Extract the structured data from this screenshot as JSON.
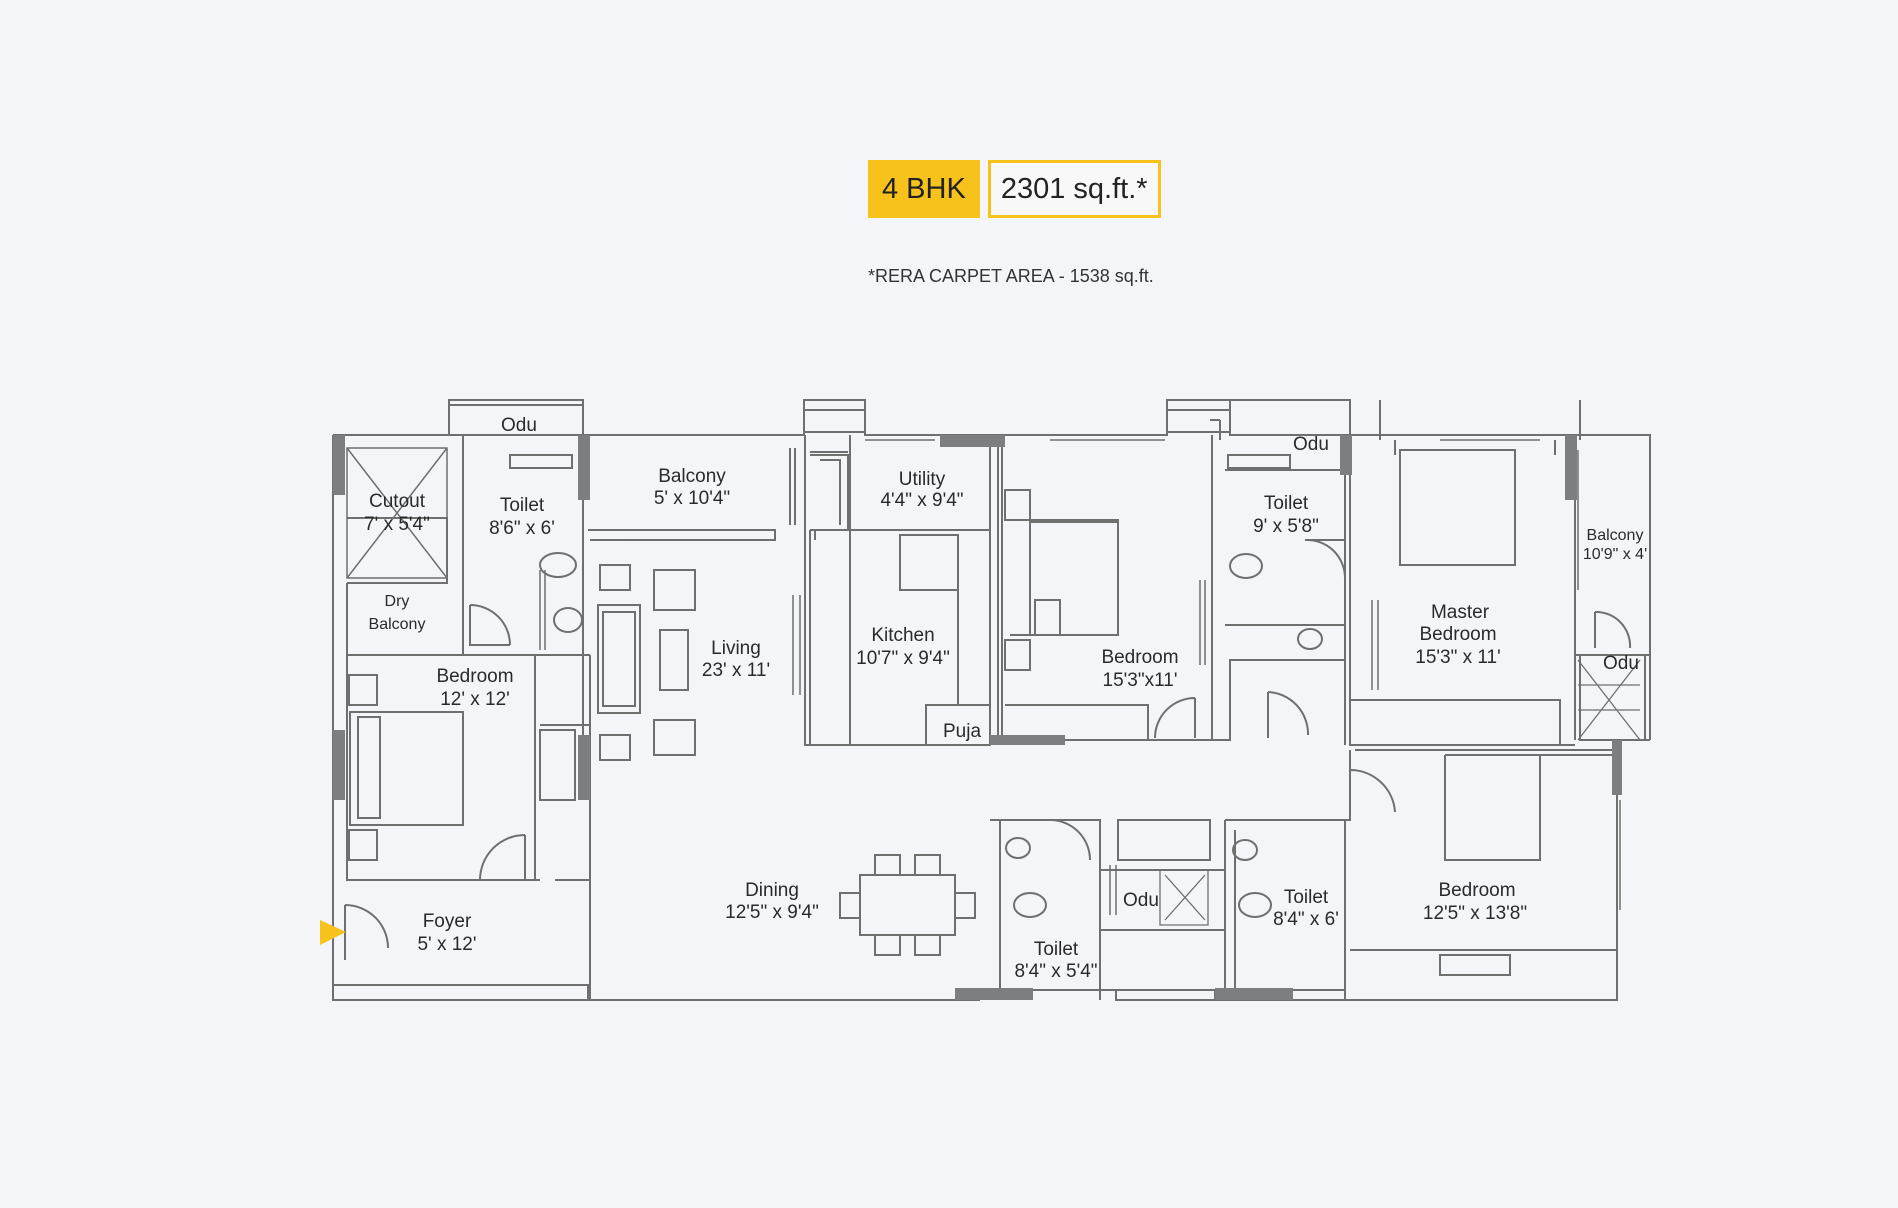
{
  "header": {
    "type_label": "4 BHK",
    "area_label": "2301 sq.ft.*",
    "carpet_note": "*RERA CARPET AREA - 1538 sq.ft."
  },
  "colors": {
    "accent": "#f7c21b",
    "wall": "#6b6b6b",
    "wall_thick": "#7d7e82",
    "background": "#f4f5f8"
  },
  "rooms": {
    "cutout": {
      "name": "Cutout",
      "size": "7' x 5'4\""
    },
    "odu_1": {
      "name": "Odu"
    },
    "toilet_1": {
      "name": "Toilet",
      "size": "8'6\" x 6'"
    },
    "dry_balcony": {
      "name1": "Dry",
      "name2": "Balcony"
    },
    "balcony_1": {
      "name": "Balcony",
      "size": "5' x 10'4\""
    },
    "utility": {
      "name": "Utility",
      "size": "4'4\" x 9'4\""
    },
    "living": {
      "name": "Living",
      "size": "23' x 11'"
    },
    "kitchen": {
      "name": "Kitchen",
      "size": "10'7\" x 9'4\""
    },
    "puja": {
      "name": "Puja"
    },
    "bedroom_1": {
      "name": "Bedroom",
      "size": "12' x 12'"
    },
    "bedroom_2": {
      "name": "Bedroom",
      "size": "15'3\"x11'"
    },
    "odu_2": {
      "name": "Odu"
    },
    "toilet_2": {
      "name": "Toilet",
      "size": "9' x 5'8\""
    },
    "master_bedroom": {
      "name1": "Master",
      "name2": "Bedroom",
      "size": "15'3\" x 11'"
    },
    "balcony_2": {
      "name": "Balcony",
      "size": "10'9\" x 4'"
    },
    "odu_3": {
      "name": "Odu"
    },
    "foyer": {
      "name": "Foyer",
      "size": "5' x 12'"
    },
    "dining": {
      "name": "Dining",
      "size": "12'5\" x 9'4\""
    },
    "toilet_3": {
      "name": "Toilet",
      "size": "8'4\" x 5'4\""
    },
    "odu_4": {
      "name": "Odu"
    },
    "toilet_4": {
      "name": "Toilet",
      "size": "8'4\" x 6'"
    },
    "bedroom_3": {
      "name": "Bedroom",
      "size": "12'5\" x 13'8\""
    }
  }
}
